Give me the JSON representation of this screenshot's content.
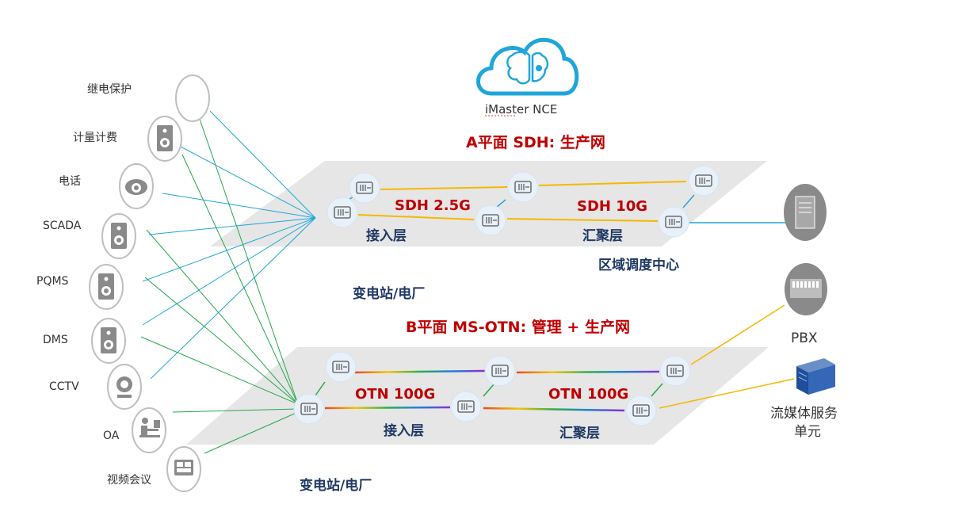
{
  "cloud": {
    "label": "iMaster NCE",
    "icon": "brain-cloud-icon"
  },
  "plane_a": {
    "title": "A平面 SDH: 生产网",
    "link_access": "SDH 2.5G",
    "link_aggregation": "SDH 10G",
    "layer_access": "接入层",
    "layer_aggregation": "汇聚层",
    "station": "变电站/电厂",
    "center": "区域调度中心"
  },
  "plane_b": {
    "title": "B平面 MS-OTN: 管理 + 生产网",
    "link_access": "OTN 100G",
    "link_aggregation": "OTN 100G",
    "layer_access": "接入层",
    "layer_aggregation": "汇聚层",
    "station": "变电站/电厂"
  },
  "right_devices": {
    "pbx": "PBX",
    "streaming_line1": "流媒体服务",
    "streaming_line2": "单元"
  },
  "services": [
    {
      "label": "继电保护",
      "icon": "relay-protection-icon"
    },
    {
      "label": "计量计费",
      "icon": "meter-device-icon"
    },
    {
      "label": "电话",
      "icon": "telephone-icon"
    },
    {
      "label": "SCADA",
      "icon": "scada-device-icon"
    },
    {
      "label": "PQMS",
      "icon": "pqms-device-icon"
    },
    {
      "label": "DMS",
      "icon": "dms-device-icon"
    },
    {
      "label": "CCTV",
      "icon": "cctv-camera-icon"
    },
    {
      "label": "OA",
      "icon": "office-worker-icon"
    },
    {
      "label": "视频会议",
      "icon": "video-conference-icon"
    }
  ],
  "colors": {
    "red": "#c00000",
    "navy": "#1f3864",
    "sdh_link": "#f5b800",
    "plane_a_access": "#1fa6d9",
    "plane_b_access": "#22a94a",
    "pbx_link": "#f5b800",
    "center_link": "#1fa6d9"
  }
}
